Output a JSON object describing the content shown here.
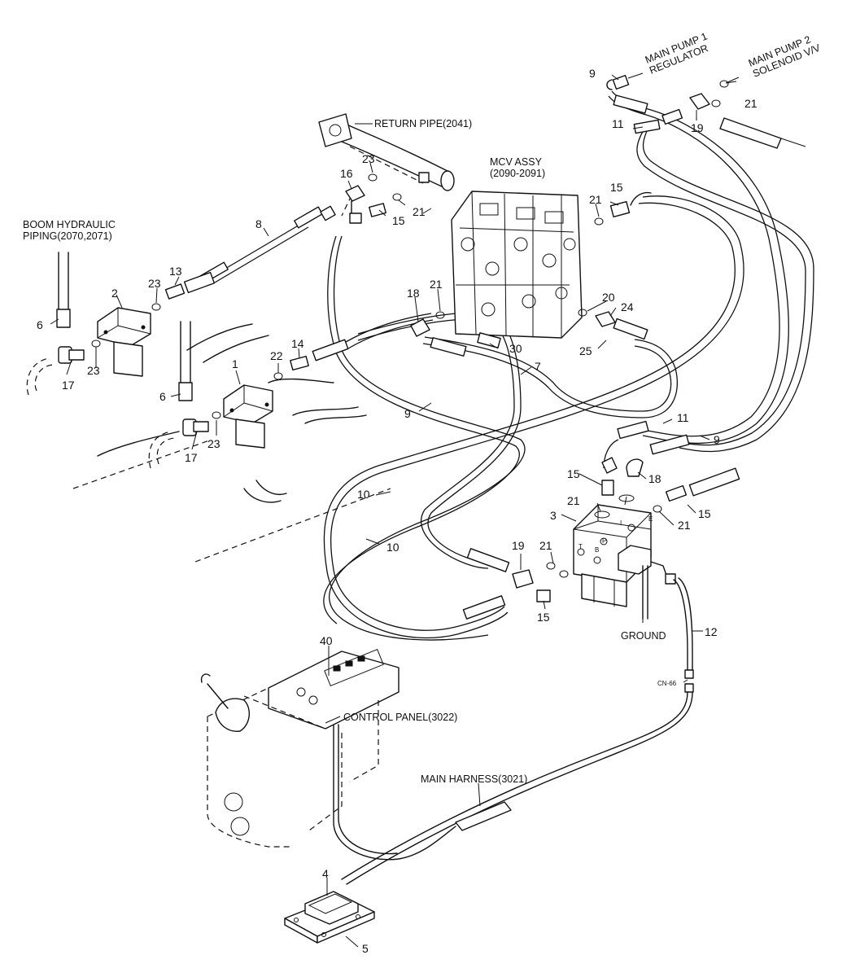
{
  "labels": {
    "main_pump_1": [
      "MAIN PUMP 1",
      "REGULATOR"
    ],
    "main_pump_2": [
      "MAIN PUMP 2",
      "SOLENOID V/V"
    ],
    "return_pipe": "RETURN PIPE(2041)",
    "mcv_assy": [
      "MCV ASSY",
      "(2090-2091)"
    ],
    "boom_hydraulic": [
      "BOOM HYDRAULIC",
      "PIPING(2070,2071)"
    ],
    "ground": "GROUND",
    "connector": "CN-66",
    "control_panel": "CONTROL PANEL(3022)",
    "main_harness": "MAIN HARNESS(3021)",
    "port_p": "P",
    "port_t": "T",
    "port_b": "B",
    "port_i": "I",
    "port_e": "E"
  },
  "callouts": {
    "c9a": "9",
    "c11a": "11",
    "c19a": "19",
    "c21a": "21",
    "c23a": "23",
    "c16": "16",
    "c21b": "21",
    "c15a": "15",
    "c8": "8",
    "c21c": "21",
    "c15b": "15",
    "c2": "2",
    "c13": "13",
    "c23b": "23",
    "c6a": "6",
    "c17a": "17",
    "c23c": "23",
    "c18a": "18",
    "c21d": "21",
    "c20": "20",
    "c24": "24",
    "c25": "25",
    "c30": "30",
    "c14": "14",
    "c22": "22",
    "c1": "1",
    "c7": "7",
    "c9b": "9",
    "c6b": "6",
    "c23d": "23",
    "c17b": "17",
    "c11b": "11",
    "c9c": "9",
    "c15c": "15",
    "c18b": "18",
    "c21e": "21",
    "c15d": "15",
    "c21f": "21",
    "c3": "3",
    "c10a": "10",
    "c10b": "10",
    "c19b": "19",
    "c21g": "21",
    "c15e": "15",
    "c12": "12",
    "c40": "40",
    "c4": "4",
    "c5": "5"
  }
}
